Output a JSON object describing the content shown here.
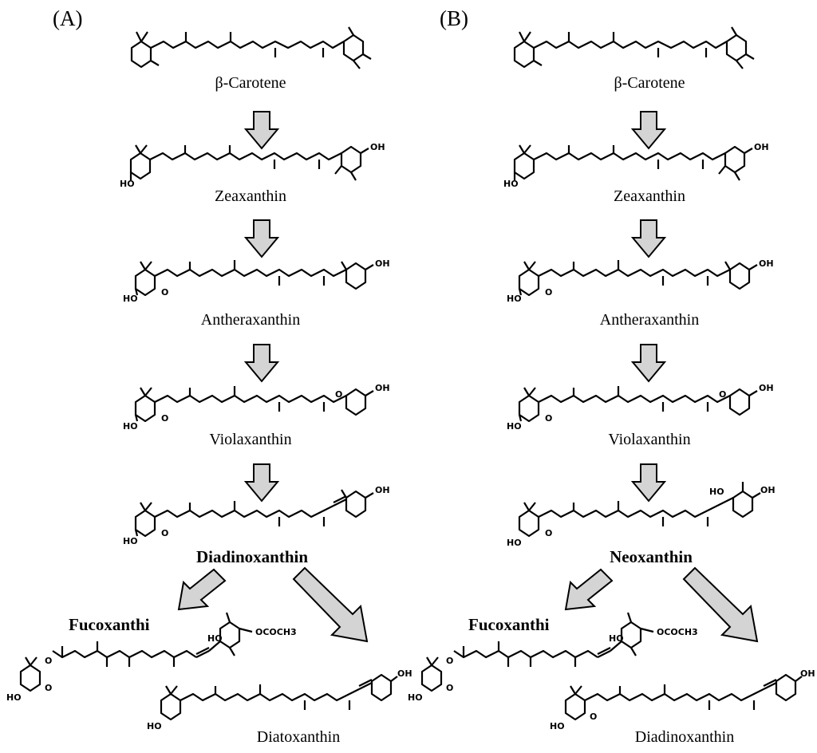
{
  "panels": [
    {
      "label": "(A)",
      "compounds": [
        "β-Carotene",
        "Zeaxanthin",
        "Antheraxanthin",
        "Violaxanthin",
        "Diadinoxanthin"
      ],
      "products": {
        "left": "Fucoxanthi",
        "right": "Diatoxanthin"
      }
    },
    {
      "label": "(B)",
      "compounds": [
        "β-Carotene",
        "Zeaxanthin",
        "Antheraxanthin",
        "Violaxanthin",
        "Neoxanthin"
      ],
      "products": {
        "left": "Fucoxanthi",
        "right": "Diadinoxanthin"
      }
    }
  ],
  "atom_labels": {
    "hydroxyl": "OH",
    "hydroxyl_left": "HO",
    "epoxide": "O",
    "ketone": "O",
    "acetate": "OCOCH3"
  },
  "colors": {
    "arrow_fill": "#d4d4d4",
    "line": "#000000"
  }
}
